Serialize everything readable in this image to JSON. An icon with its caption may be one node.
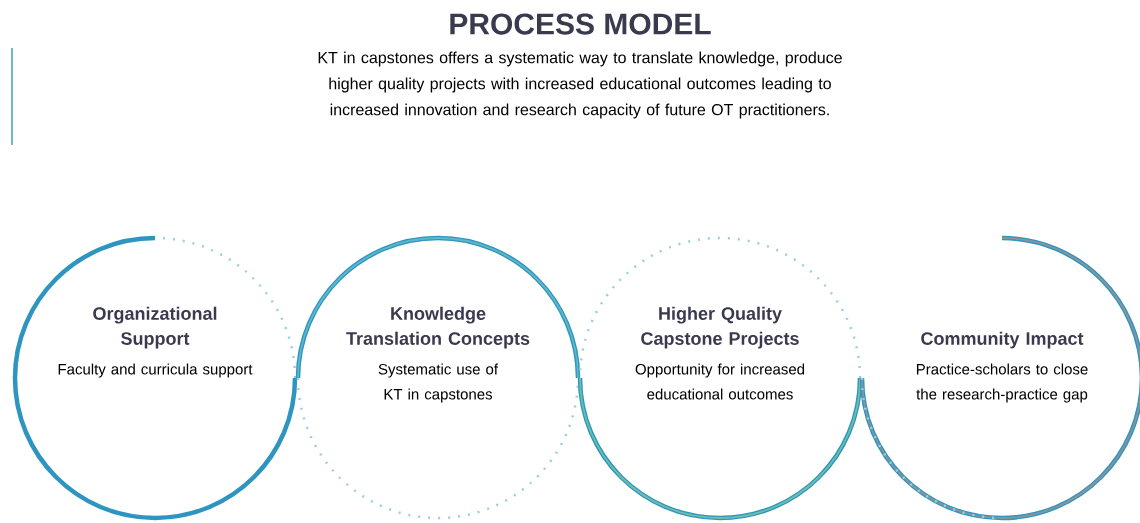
{
  "diagram": {
    "title": "PROCESS MODEL",
    "nodes": [
      {
        "text": [
          "Organizational Support",
          "Faculty and curricula support"
        ]
      },
      {
        "text": [
          "Knowledge Translation Concepts",
          "Systematic use of KT in capstones"
        ]
      },
      {
        "text": [
          "Higher Quality Capstone Projects",
          "Opportunity for increased educational outcomes"
        ]
      },
      {
        "text": [
          "Community Impact",
          "Practice-scholars to close the research-practice gap"
        ]
      }
    ],
    "labels": [
      "KT in capstones offers a systematic way to translate knowledge, produce higher quality projects with increased educational outcomes leading to increased innovation and research capacity of future OT practitioners."
    ]
  }
}
